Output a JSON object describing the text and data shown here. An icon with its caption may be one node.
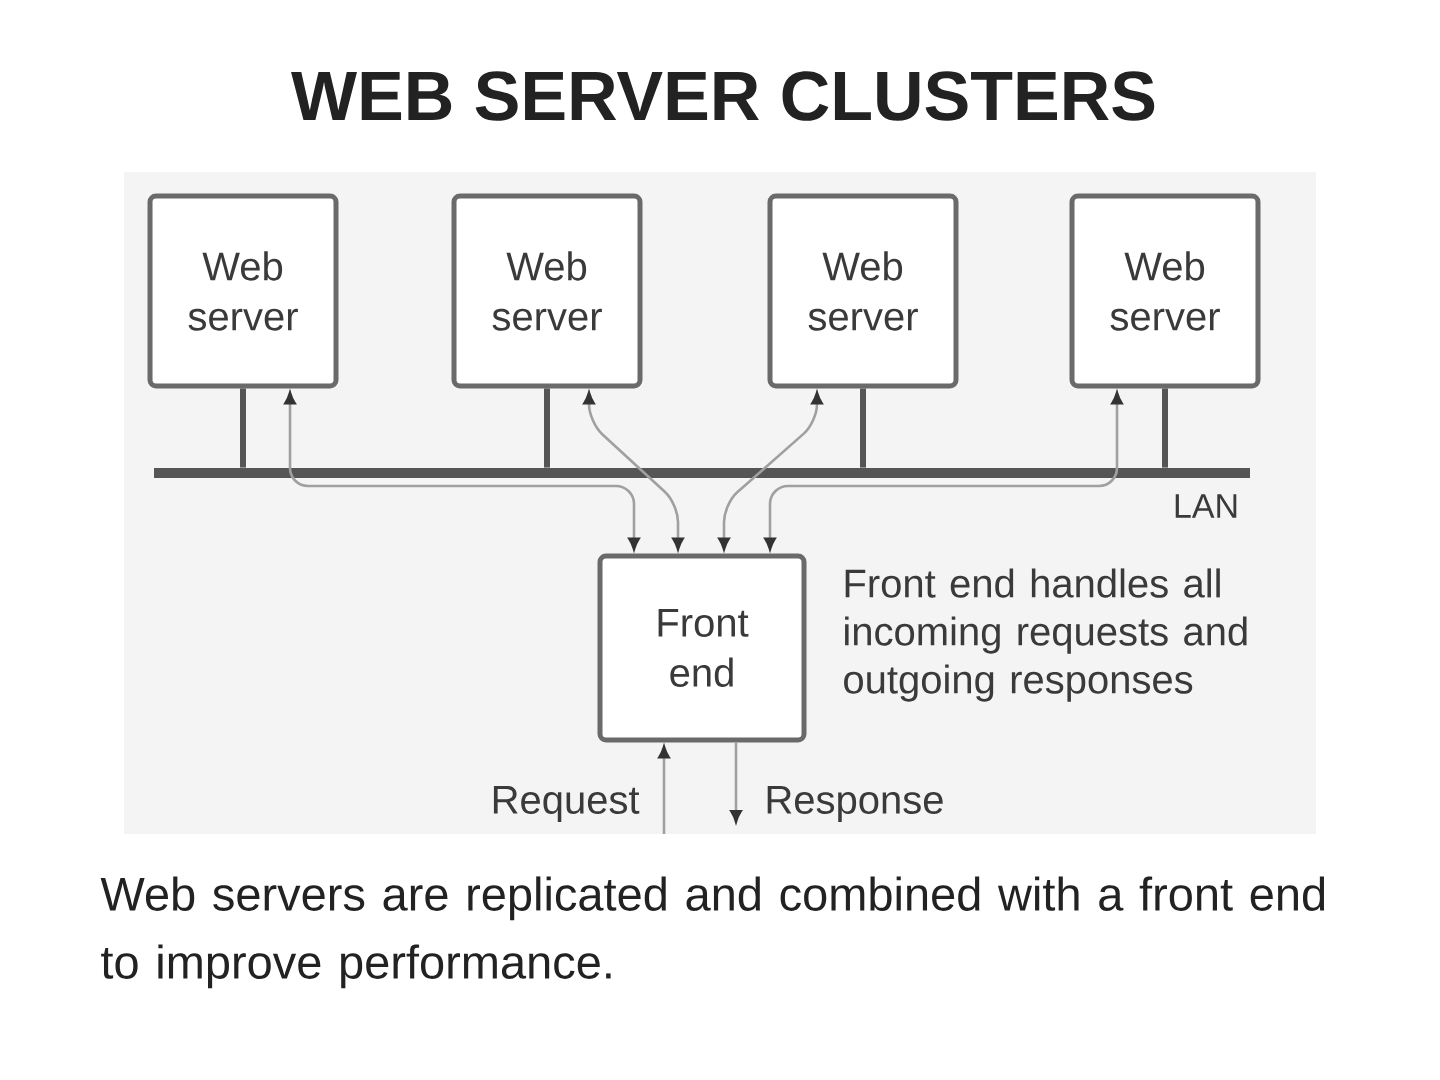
{
  "diagram": {
    "title": "WEB SERVER CLUSTERS",
    "caption": "Web servers are replicated and combined with a front end to improve performance.",
    "nodes": [
      {
        "text": [
          "Web server"
        ]
      },
      {
        "text": [
          "Web server"
        ]
      },
      {
        "text": [
          "Web server"
        ]
      },
      {
        "text": [
          "Web server"
        ]
      },
      {
        "text": [
          "LAN"
        ]
      },
      {
        "text": [
          "Front end"
        ],
        "beside": [
          "Front end handles all incoming requests and outgoing responses"
        ]
      }
    ],
    "edges": [
      {
        "from": 0,
        "to": 4,
        "arrow": "none",
        "style": "thick",
        "color": "#555555"
      },
      {
        "from": 1,
        "to": 4,
        "arrow": "none",
        "style": "thick",
        "color": "#555555"
      },
      {
        "from": 2,
        "to": 4,
        "arrow": "none",
        "style": "thick",
        "color": "#555555"
      },
      {
        "from": 3,
        "to": 4,
        "arrow": "none",
        "style": "thick",
        "color": "#555555"
      },
      {
        "from": 5,
        "to": 0,
        "arrow": "both"
      },
      {
        "from": 5,
        "to": 1,
        "arrow": "both"
      },
      {
        "from": 5,
        "to": 2,
        "arrow": "both"
      },
      {
        "from": 5,
        "to": 3,
        "arrow": "both"
      },
      {
        "from": null,
        "to": 5,
        "arrow": "to",
        "label": "Request"
      },
      {
        "from": 5,
        "to": null,
        "arrow": "to",
        "label": "Response"
      }
    ]
  }
}
